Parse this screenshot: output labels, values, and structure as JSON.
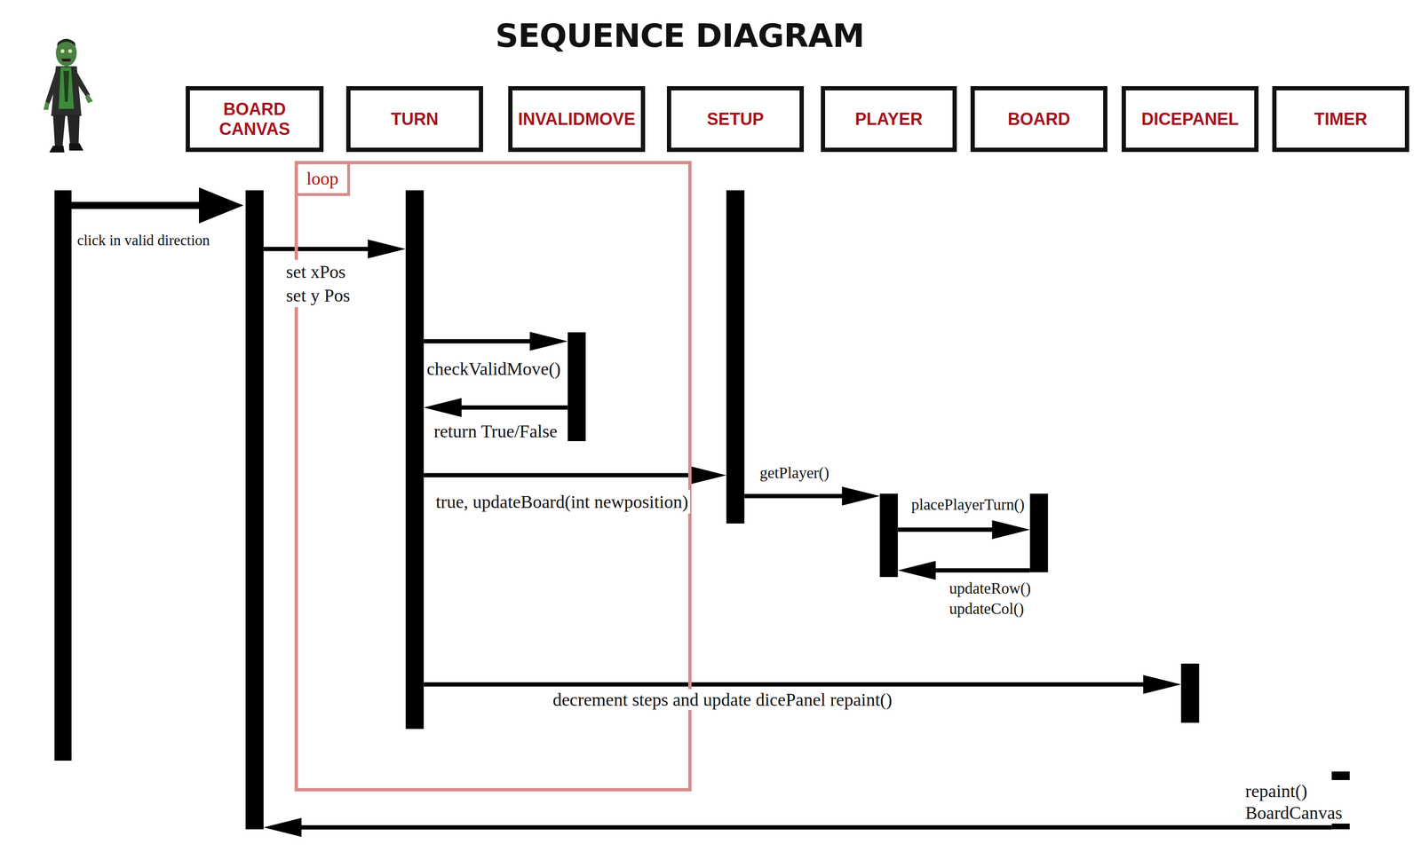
{
  "diagram": {
    "title": "SEQUENCE DIAGRAM",
    "nodes": [
      {
        "text": [
          "BOARD CANVAS"
        ]
      },
      {
        "text": [
          "TURN"
        ]
      },
      {
        "text": [
          "INVALIDMOVE"
        ]
      },
      {
        "text": [
          "SETUP"
        ]
      },
      {
        "text": [
          "PLAYER"
        ]
      },
      {
        "text": [
          "BOARD"
        ]
      },
      {
        "text": [
          "DICEPANEL"
        ]
      },
      {
        "text": [
          "TIMER"
        ]
      },
      {
        "text": [
          "loop"
        ]
      }
    ],
    "edges": [
      {
        "from": 0,
        "to": 1,
        "label": "set xPos set y Pos",
        "arrow": "to"
      },
      {
        "from": 1,
        "to": 2,
        "label": "checkValidMove()",
        "arrow": "to"
      },
      {
        "from": 2,
        "to": 1,
        "label": "return True/False",
        "arrow": "to"
      },
      {
        "from": 1,
        "to": 3,
        "label": "true, updateBoard(int newposition)",
        "arrow": "to"
      },
      {
        "from": 3,
        "to": 4,
        "label": "getPlayer()",
        "arrow": "to"
      },
      {
        "from": 4,
        "to": 5,
        "label": "placePlayerTurn()",
        "arrow": "to"
      },
      {
        "from": 5,
        "to": 4,
        "label": "updateRow() updateCol()",
        "arrow": "to"
      },
      {
        "from": 1,
        "to": 6,
        "label": "decrement steps and update dicePanel repaint()",
        "arrow": "to"
      },
      {
        "from": 7,
        "to": 0,
        "label": "repaint() BoardCanvas",
        "arrow": "to"
      }
    ],
    "labels": [
      "click in valid direction"
    ]
  }
}
